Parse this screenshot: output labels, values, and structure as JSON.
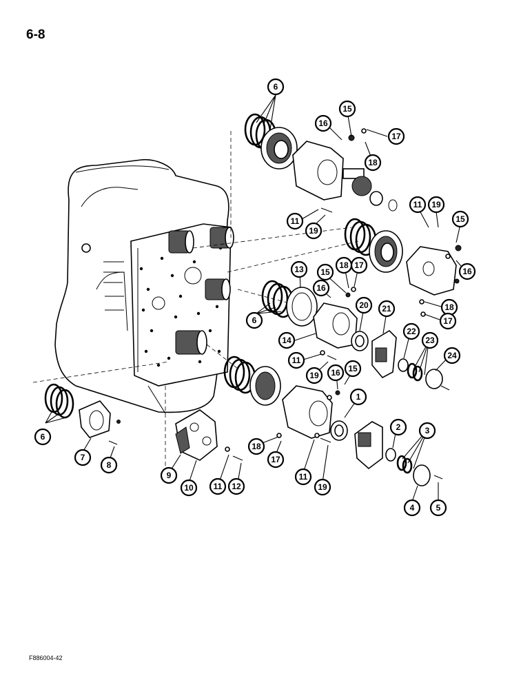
{
  "page": {
    "number": "6-8",
    "figure_code": "F886004-42"
  },
  "callouts": {
    "c1": "1",
    "c2": "2",
    "c3": "3",
    "c4": "4",
    "c5": "5",
    "c6a": "6",
    "c6b": "6",
    "c6c": "6",
    "c7": "7",
    "c8": "8",
    "c9": "9",
    "c10": "10",
    "c11a": "11",
    "c11b": "11",
    "c11c": "11",
    "c11d": "11",
    "c11e": "11",
    "c12": "12",
    "c13": "13",
    "c14": "14",
    "c15a": "15",
    "c15b": "15",
    "c15c": "15",
    "c15d": "15",
    "c16a": "16",
    "c16b": "16",
    "c16c": "16",
    "c16d": "16",
    "c17a": "17",
    "c17b": "17",
    "c17c": "17",
    "c17d": "17",
    "c18a": "18",
    "c18b": "18",
    "c18c": "18",
    "c18d": "18",
    "c19a": "19",
    "c19b": "19",
    "c19c": "19",
    "c19d": "19",
    "c20": "20",
    "c21": "21",
    "c22": "22",
    "c23": "23",
    "c24": "24"
  }
}
